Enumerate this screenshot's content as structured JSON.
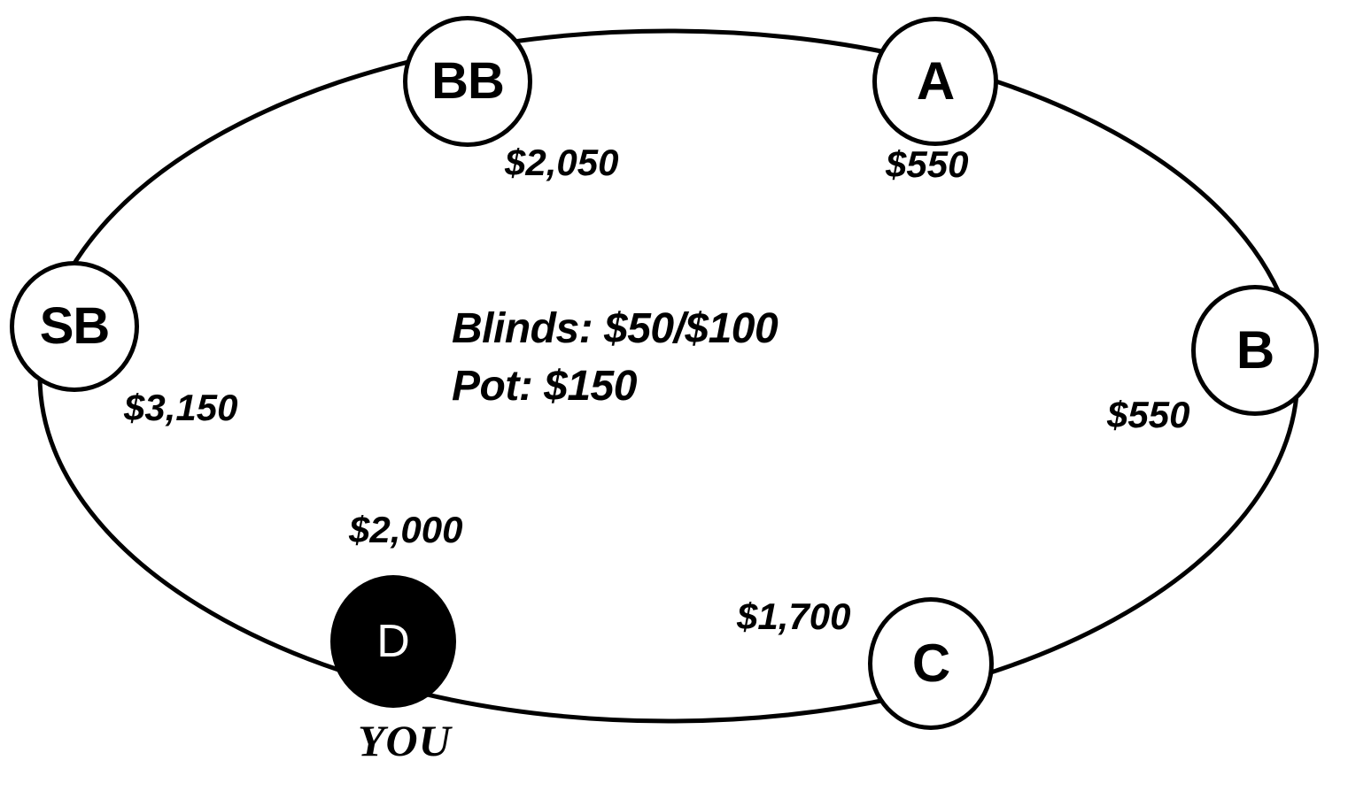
{
  "diagram": {
    "title": "Poker table seating diagram",
    "shape": "ellipse",
    "stroke_color": "#000000",
    "background_color": "#ffffff",
    "dealer_fill_color": "#000000",
    "dealer_text_color": "#ffffff"
  },
  "center": {
    "blinds_line": "Blinds: $50/$100",
    "pot_line": "Pot: $150",
    "blinds_small": "$50",
    "blinds_big": "$100",
    "pot_amount": "$150"
  },
  "seats": [
    {
      "id": "sb",
      "label": "SB",
      "stack": "$3,150",
      "role": "small-blind",
      "filled": false
    },
    {
      "id": "bb",
      "label": "BB",
      "stack": "$2,050",
      "role": "big-blind",
      "filled": false
    },
    {
      "id": "a",
      "label": "A",
      "stack": "$550",
      "role": "player",
      "filled": false
    },
    {
      "id": "b",
      "label": "B",
      "stack": "$550",
      "role": "player",
      "filled": false
    },
    {
      "id": "c",
      "label": "C",
      "stack": "$1,700",
      "role": "player",
      "filled": false
    },
    {
      "id": "d",
      "label": "D",
      "stack": "$2,000",
      "role": "dealer",
      "filled": true,
      "annotation": "YOU"
    }
  ]
}
